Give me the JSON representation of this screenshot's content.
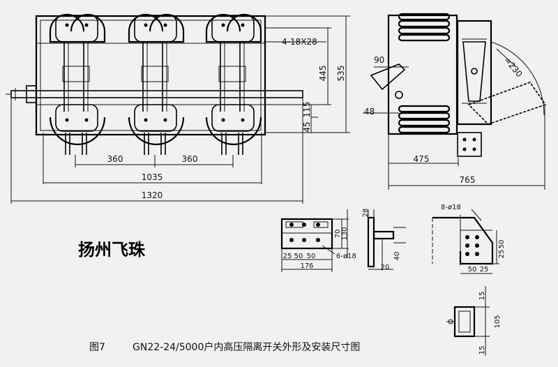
{
  "front_view": {
    "hole_spec": "4-18X28",
    "dim_445": "445",
    "dim_535": "535",
    "dim_115": "115",
    "dim_45": "45",
    "dim_360_a": "360",
    "dim_360_b": "360",
    "dim_1035": "1035",
    "dim_1320": "1320"
  },
  "side_view": {
    "dim_90": "90",
    "dim_48": "48",
    "dim_475": "475",
    "dim_765": "765",
    "dim_r230": "≈230"
  },
  "terminal_detail": {
    "dim_28": "28",
    "dim_70": "70",
    "dim_130": "130",
    "dim_40": "40",
    "dim_20": "20",
    "row_25": "25",
    "row_50a": "50",
    "row_50b": "50",
    "dim_176": "176",
    "hole_spec": "6-ø18"
  },
  "mount_detail": {
    "hole_spec": "8-ø18",
    "dim_25": "25",
    "dim_50": "50",
    "bot_50": "50",
    "bot_25": "25"
  },
  "bracket_detail": {
    "dim_15_top": "15",
    "dim_105": "105",
    "dim_15_bot": "15"
  },
  "brand": "扬州飞珠",
  "caption": {
    "figure_no": "图7",
    "title": "GN22-24/5000户内高压隔离开关外形及安装尺寸图"
  }
}
